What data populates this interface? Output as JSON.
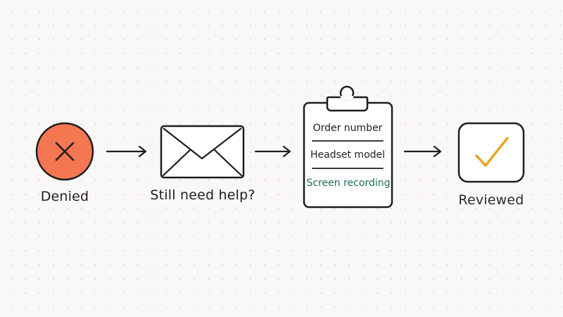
{
  "steps": [
    {
      "label": "Denied",
      "icon": "x-circle-icon"
    },
    {
      "label": "Still need help?",
      "icon": "envelope-icon"
    },
    {
      "label": "",
      "icon": "clipboard-icon"
    },
    {
      "label": "Reviewed",
      "icon": "checkmark-icon"
    }
  ],
  "clipboard": {
    "lines": [
      "Order number",
      "Headset model",
      "Screen recording"
    ]
  },
  "colors": {
    "denied_fill": "#f47752",
    "check_stroke": "#e8a822",
    "highlight_text": "#1e6b5c",
    "ink": "#1e1e1e"
  }
}
